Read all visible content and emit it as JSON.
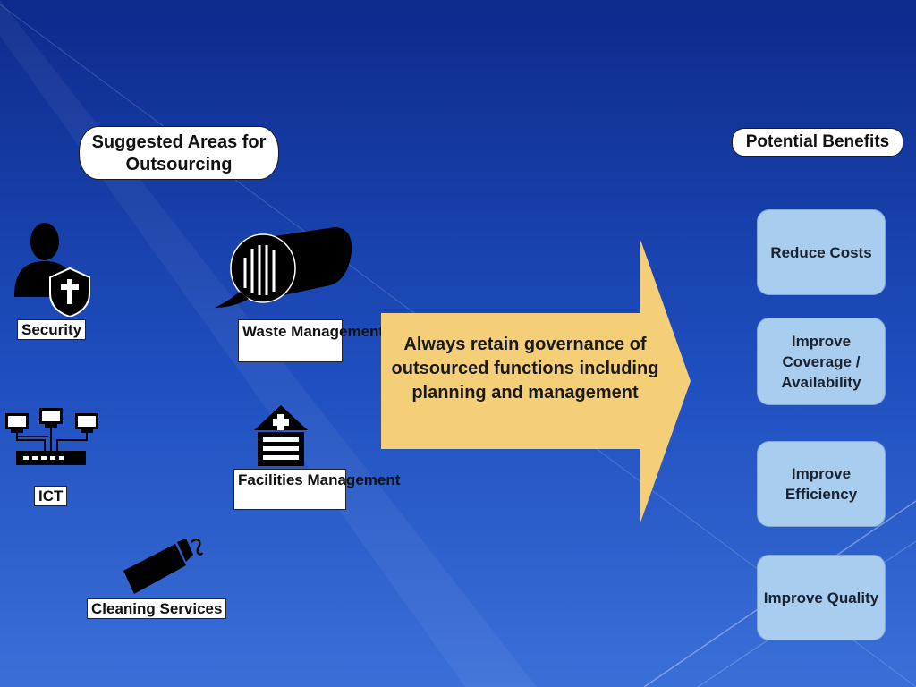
{
  "areas": {
    "title": "Suggested Areas for Outsourcing",
    "items": {
      "security": "Security",
      "waste": "Waste Management",
      "ict": "ICT",
      "facilities": "Facilities Management",
      "cleaning": "Cleaning Services"
    }
  },
  "arrow": {
    "text": "Always retain governance of outsourced functions including planning and management",
    "color": "#f5cf78"
  },
  "benefits": {
    "title": "Potential Benefits",
    "items": [
      "Reduce Costs",
      "Improve Coverage / Availability",
      "Improve Efficiency",
      "Improve Quality"
    ],
    "color": "#a9cdef"
  },
  "icons": [
    "person-shield-icon",
    "waste-barrel-icon",
    "network-computers-icon",
    "facilities-building-icon",
    "cleaning-tube-icon"
  ]
}
